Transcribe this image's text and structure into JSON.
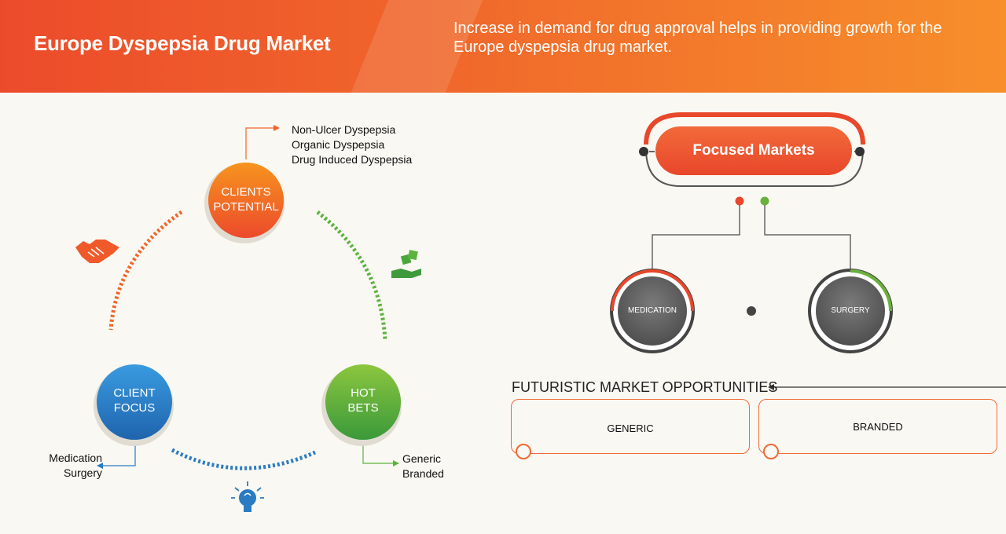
{
  "header": {
    "title": "Europe Dyspepsia Drug Market",
    "subtitle": "Increase in demand for drug approval helps in providing growth for the Europe dyspepsia drug market."
  },
  "cycle": {
    "clients_potential": {
      "lines": [
        "CLIENTS",
        "POTENTIAL"
      ],
      "items": [
        "Non-Ulcer Dyspepsia",
        "Organic Dyspepsia",
        "Drug Induced Dyspepsia"
      ]
    },
    "client_focus": {
      "lines": [
        "CLIENT",
        "FOCUS"
      ],
      "items": [
        "Medication",
        "Surgery"
      ]
    },
    "hot_bets": {
      "lines": [
        "HOT",
        "BETS"
      ],
      "items": [
        "Generic",
        "Branded"
      ]
    },
    "colors": {
      "orange": "#f0652b",
      "blue": "#2a7cc2",
      "green": "#5bb33e"
    },
    "icons": [
      "handshake-icon",
      "dice-hand-icon",
      "lightbulb-icon"
    ]
  },
  "focused_markets": {
    "label": "Focused Markets",
    "segments": [
      "MEDICATION",
      "SURGERY"
    ]
  },
  "opportunities": {
    "title": "FUTURISTIC MARKET OPPORTUNITIES",
    "boxes": [
      "GENERIC",
      "BRANDED"
    ]
  }
}
